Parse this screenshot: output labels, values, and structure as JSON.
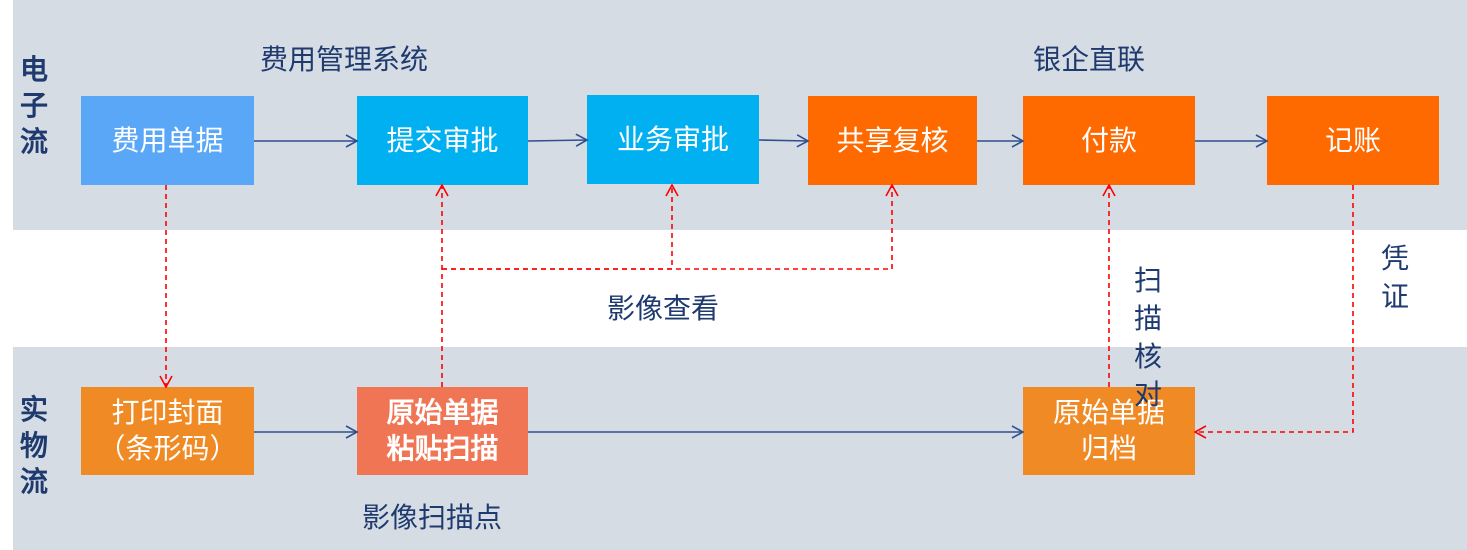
{
  "lanes": {
    "electronic": "电子流",
    "physical": "实物流"
  },
  "labels": {
    "expense_system": "费用管理系统",
    "bank_link": "银企直联",
    "image_view": "影像查看",
    "image_scan_point": "影像扫描点",
    "scan_verify": "扫描核对",
    "voucher": "凭证"
  },
  "nodes": {
    "expense_doc": "费用单据",
    "submit_approval": "提交审批",
    "business_approval": "业务审批",
    "shared_review": "共享复核",
    "payment": "付款",
    "bookkeeping": "记账",
    "print_cover_line1": "打印封面",
    "print_cover_line2": "（条形码）",
    "original_scan_line1": "原始单据",
    "original_scan_line2": "粘贴扫描",
    "original_archive_line1": "原始单据",
    "original_archive_line2": "归档"
  },
  "colors": {
    "solid_arrow": "#2f4f8f",
    "dashed_arrow": "#ff0000",
    "band": "#d6dce4"
  }
}
